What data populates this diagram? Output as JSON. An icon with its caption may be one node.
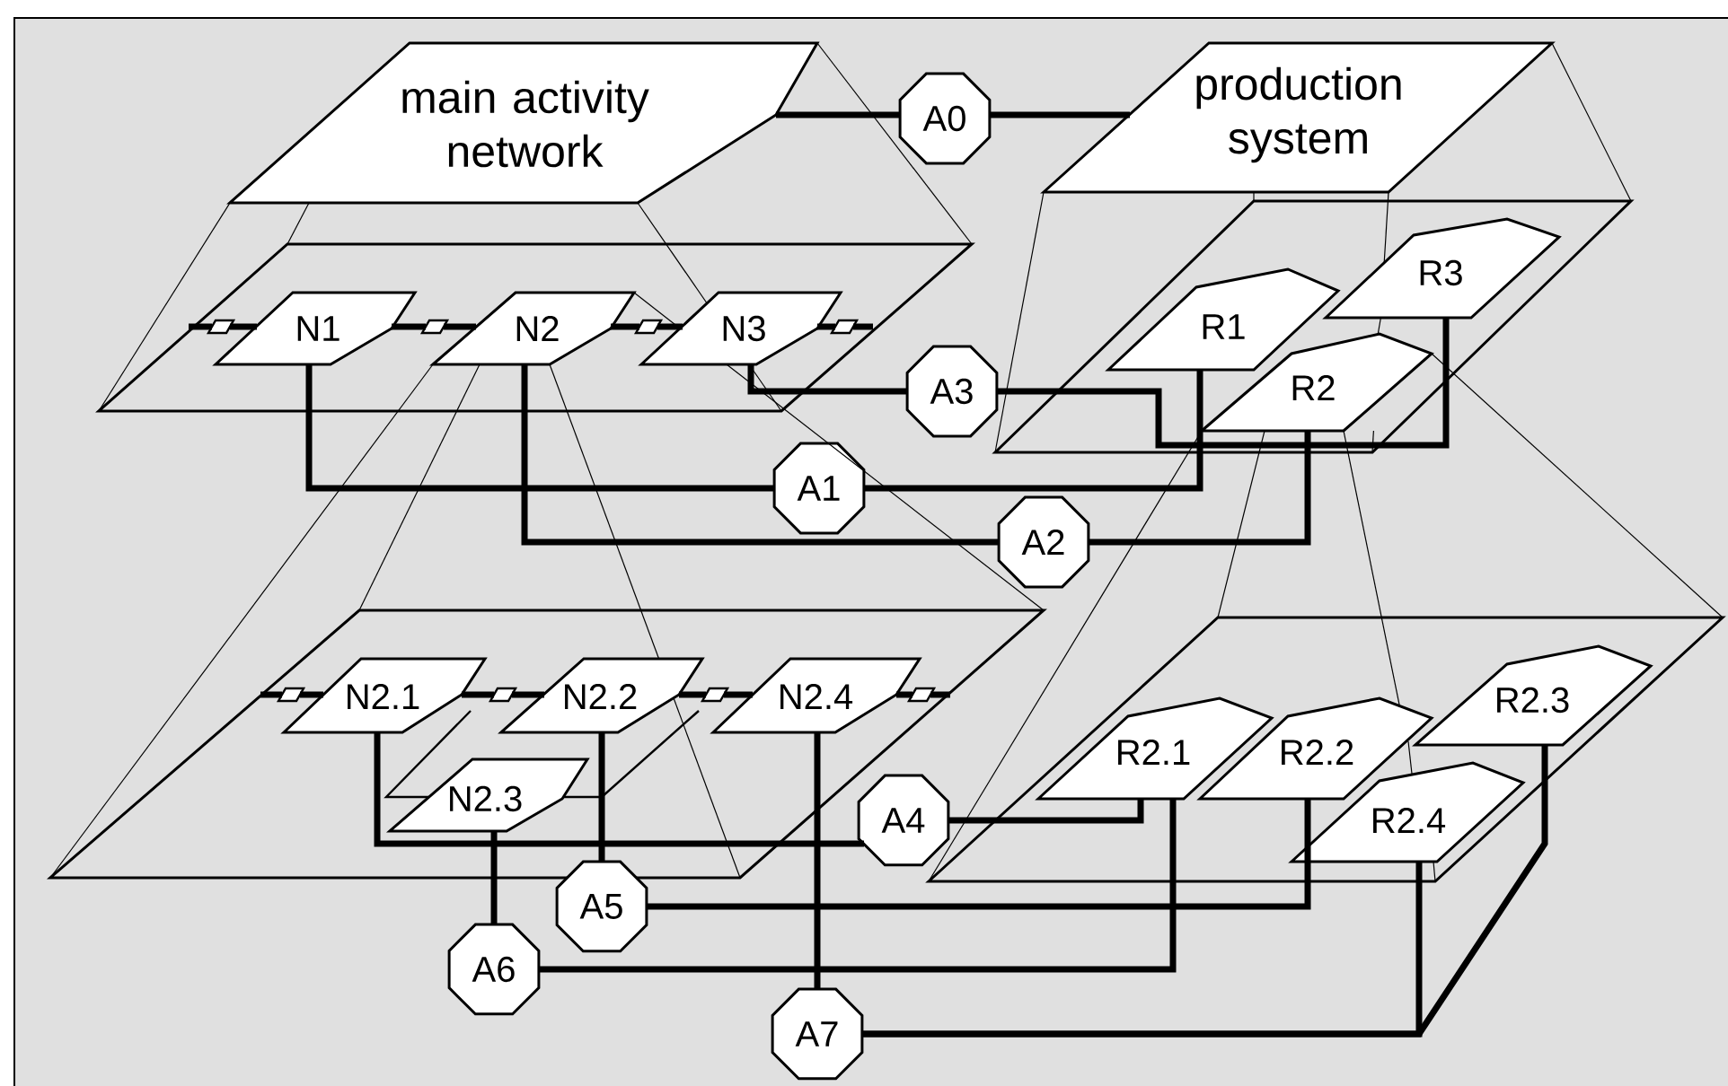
{
  "diagram": {
    "nodes": [
      {
        "text": [
          "main activity network"
        ]
      },
      {
        "text": [
          "A0"
        ]
      },
      {
        "text": [
          "production system"
        ]
      },
      {
        "text": [],
        "shape": "parallelogram"
      },
      {
        "text": [
          "N1"
        ],
        "in": 3
      },
      {
        "text": [
          "N2"
        ],
        "in": 3
      },
      {
        "text": [
          "N3"
        ],
        "in": 3
      },
      {
        "text": [],
        "shape": "parallelogram"
      },
      {
        "text": [
          "R1"
        ],
        "in": 7
      },
      {
        "text": [
          "R3"
        ],
        "in": 7
      },
      {
        "text": [
          "R2"
        ],
        "in": 7
      },
      {
        "text": [
          "A3"
        ]
      },
      {
        "text": [
          "A1"
        ]
      },
      {
        "text": [
          "A2"
        ]
      },
      {
        "text": [],
        "shape": "parallelogram"
      },
      {
        "text": [
          "N2.1"
        ],
        "in": 14
      },
      {
        "text": [
          "N2.2"
        ],
        "in": 14
      },
      {
        "text": [
          "N2.4"
        ],
        "in": 14
      },
      {
        "text": [
          "N2.3"
        ],
        "in": 14
      },
      {
        "text": [],
        "shape": "parallelogram"
      },
      {
        "text": [
          "R2.1"
        ],
        "in": 19
      },
      {
        "text": [
          "R2.2"
        ],
        "in": 19
      },
      {
        "text": [
          "R2.3"
        ],
        "in": 19
      },
      {
        "text": [
          "R2.4"
        ],
        "in": 19
      },
      {
        "text": [
          "A4"
        ]
      },
      {
        "text": [
          "A5"
        ]
      },
      {
        "text": [
          "A6"
        ]
      },
      {
        "text": [
          "A7"
        ]
      },
      {
        "text": [],
        "shape": "parallelogram",
        "in": 3
      },
      {
        "text": [],
        "shape": "parallelogram",
        "in": 3
      },
      {
        "text": [],
        "shape": "parallelogram",
        "in": 3
      },
      {
        "text": [],
        "shape": "parallelogram",
        "in": 3
      },
      {
        "text": [],
        "shape": "parallelogram",
        "in": 14
      },
      {
        "text": [],
        "shape": "parallelogram",
        "in": 14
      },
      {
        "text": [],
        "shape": "parallelogram",
        "in": 14
      },
      {
        "text": [],
        "shape": "parallelogram",
        "in": 14
      }
    ],
    "edges": [
      {
        "from": 0,
        "to": 1,
        "arrow": "none"
      },
      {
        "from": 1,
        "to": 2,
        "arrow": "none"
      },
      {
        "from": null,
        "to": 28,
        "arrow": "none"
      },
      {
        "from": 28,
        "to": 4,
        "arrow": "none"
      },
      {
        "from": 4,
        "to": 29,
        "arrow": "none"
      },
      {
        "from": 29,
        "to": 5,
        "arrow": "none"
      },
      {
        "from": 5,
        "to": 30,
        "arrow": "none"
      },
      {
        "from": 30,
        "to": 6,
        "arrow": "none"
      },
      {
        "from": 6,
        "to": 31,
        "arrow": "none"
      },
      {
        "from": 31,
        "to": null,
        "arrow": "none"
      },
      {
        "from": 6,
        "to": 11,
        "arrow": "none"
      },
      {
        "from": 11,
        "to": 9,
        "arrow": "none"
      },
      {
        "from": 4,
        "to": 12,
        "arrow": "none"
      },
      {
        "from": 12,
        "to": 8,
        "arrow": "none"
      },
      {
        "from": 5,
        "to": 13,
        "arrow": "none"
      },
      {
        "from": 13,
        "to": 10,
        "arrow": "none"
      },
      {
        "from": null,
        "to": 32,
        "arrow": "none"
      },
      {
        "from": 32,
        "to": 15,
        "arrow": "none"
      },
      {
        "from": 15,
        "to": 33,
        "arrow": "none"
      },
      {
        "from": 33,
        "to": 16,
        "arrow": "none"
      },
      {
        "from": 16,
        "to": 34,
        "arrow": "none"
      },
      {
        "from": 34,
        "to": 17,
        "arrow": "none"
      },
      {
        "from": 17,
        "to": 35,
        "arrow": "none"
      },
      {
        "from": 35,
        "to": null,
        "arrow": "none"
      },
      {
        "from": 15,
        "to": 24,
        "arrow": "none"
      },
      {
        "from": 24,
        "to": 20,
        "arrow": "none"
      },
      {
        "from": 16,
        "to": 25,
        "arrow": "none"
      },
      {
        "from": 25,
        "to": 21,
        "arrow": "none"
      },
      {
        "from": 18,
        "to": 26,
        "arrow": "none"
      },
      {
        "from": 26,
        "to": 20,
        "arrow": "none"
      },
      {
        "from": 17,
        "to": 27,
        "arrow": "none"
      },
      {
        "from": 27,
        "to": 23,
        "arrow": "none"
      },
      {
        "from": 27,
        "to": 22,
        "arrow": "none"
      },
      {
        "from": 0,
        "to": 3,
        "arrow": "none"
      },
      {
        "from": 0,
        "to": 3,
        "arrow": "none"
      },
      {
        "from": 0,
        "to": 6,
        "arrow": "none"
      },
      {
        "from": 6,
        "to": 3,
        "arrow": "none"
      },
      {
        "from": 0,
        "to": 3,
        "arrow": "none"
      },
      {
        "from": 2,
        "to": 7,
        "arrow": "none"
      },
      {
        "from": 2,
        "to": 7,
        "arrow": "none"
      },
      {
        "from": 2,
        "to": 9,
        "arrow": "none"
      },
      {
        "from": 9,
        "to": 10,
        "arrow": "none"
      },
      {
        "from": 10,
        "to": 7,
        "arrow": "none"
      },
      {
        "from": 2,
        "to": 7,
        "arrow": "none"
      },
      {
        "from": 5,
        "to": 6,
        "arrow": "none"
      },
      {
        "from": 6,
        "to": 14,
        "arrow": "none"
      },
      {
        "from": 5,
        "to": 14,
        "arrow": "none"
      },
      {
        "from": 5,
        "to": 14,
        "arrow": "none"
      },
      {
        "from": 5,
        "to": 16,
        "arrow": "none"
      },
      {
        "from": 10,
        "to": 19,
        "arrow": "none"
      },
      {
        "from": 10,
        "to": 19,
        "arrow": "none"
      },
      {
        "from": 10,
        "to": 19,
        "arrow": "none"
      },
      {
        "from": 10,
        "to": 21,
        "arrow": "none"
      },
      {
        "from": 21,
        "to": 23,
        "arrow": "none"
      },
      {
        "from": 23,
        "to": 19,
        "arrow": "none"
      },
      {
        "from": 16,
        "to": 14,
        "arrow": "none"
      }
    ]
  }
}
